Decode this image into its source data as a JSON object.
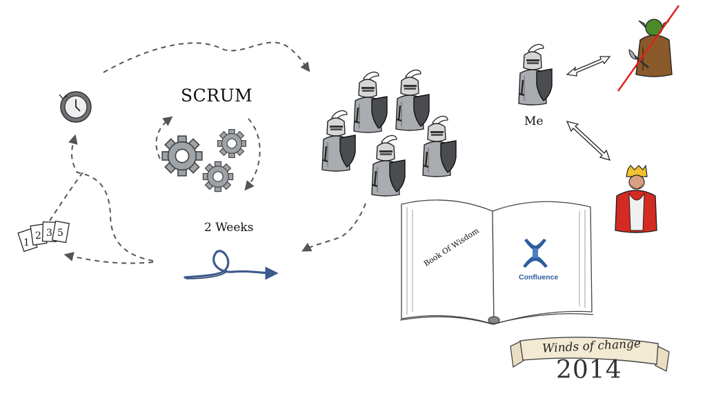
{
  "scrum": {
    "title": "SCRUM",
    "iteration_label": "2 Weeks"
  },
  "cards": {
    "values": [
      "1",
      "2",
      "3",
      "5"
    ]
  },
  "me": {
    "label": "Me"
  },
  "book": {
    "left_page_text": "Book Of Wisdom",
    "logo_text": "Confluence"
  },
  "banner": {
    "text_plain": "Winds of ",
    "text_italic": "change",
    "year": "2014"
  },
  "icons": [
    "clock-icon",
    "cards-icon",
    "gears-icon",
    "loop-arrow-icon",
    "knight-icon",
    "goblin-icon",
    "king-icon",
    "book-icon",
    "confluence-logo-icon",
    "scroll-banner-icon"
  ],
  "colors": {
    "loop": "#3b5b8c",
    "confluence": "#2c5d9e",
    "cross_out": "#e0201c",
    "king_robe": "#d42a22",
    "goblin_skin": "#4a8a2a"
  }
}
